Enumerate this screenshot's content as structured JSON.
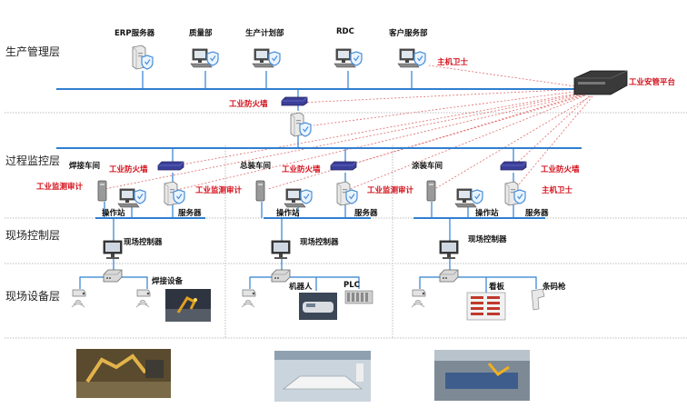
{
  "layers": [
    "生产管理层",
    "过程监控层",
    "现场控制层",
    "现场设备层"
  ],
  "top_nodes": [
    "ERP服务器",
    "质量部",
    "生产计划部",
    "RDC",
    "客户服务部"
  ],
  "top_right": {
    "host_guard": "主机卫士",
    "platform": "工业安管平台"
  },
  "center_firewall": "工业防火墙",
  "workshops": [
    {
      "name": "焊接车间",
      "firewall": "工业防火墙",
      "audit": "工业监测审计",
      "audit2": "工业监测审计",
      "station": "操作站",
      "server": "服务器",
      "controller": "现场控制器",
      "device": "焊接设备"
    },
    {
      "name": "总装车间",
      "firewall": "工业防火墙",
      "audit": "工业监测审计",
      "station": "操作站",
      "server": "服务器",
      "controller": "现场控制器",
      "device1": "机器人",
      "device2": "PLC"
    },
    {
      "name": "涂装车间",
      "firewall": "工业防火墙",
      "host_guard": "主机卫士",
      "station": "操作站",
      "server": "服务器",
      "controller": "现场控制器",
      "device1": "看板",
      "device2": "条码枪"
    }
  ],
  "colors": {
    "bus": "#2f7fd1",
    "red_label": "#d4101b",
    "dotted_red": "#e06a6a",
    "firewall": "#3b3f9a",
    "shield": "#4a8fd8"
  }
}
